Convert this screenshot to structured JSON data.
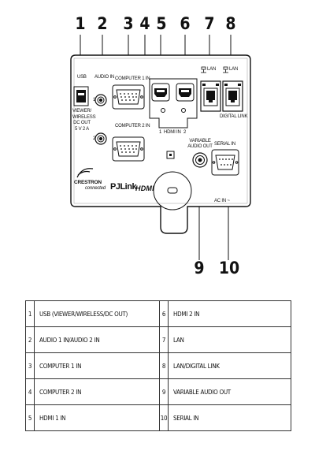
{
  "callouts": {
    "top": [
      "1",
      "2",
      "3",
      "4",
      "5",
      "6",
      "7",
      "8"
    ],
    "bottom": [
      "9",
      "10"
    ]
  },
  "panel_labels": {
    "usb": "USB",
    "audio_in": "AUDIO IN",
    "audio_1": "1",
    "audio_2": "2",
    "viewer_wireless_dc": [
      "VIEWER/",
      "WIRELESS",
      "DC OUT",
      "5 V 2 A"
    ],
    "computer1": "COMPUTER 1 IN",
    "computer2": "COMPUTER 2 IN",
    "hdmi_in": "HDMI IN",
    "hdmi_1": "1",
    "hdmi_2": "2",
    "lan": "LAN",
    "lan2": "LAN",
    "digital_link": "DIGITAL LINK",
    "variable_audio_out": [
      "VARIABLE",
      "AUDIO OUT"
    ],
    "serial_in": "SERIAL IN",
    "ac_in": "AC IN ~",
    "crestron": "CRESTRON",
    "connected": "connected",
    "pjlink": "PJLink",
    "hdmi_logo": "HDMI"
  },
  "legend": [
    {
      "left_num": "1",
      "left_text": "USB (VIEWER/WIRELESS/DC OUT)",
      "right_num": "6",
      "right_text": "HDMI 2 IN"
    },
    {
      "left_num": "2",
      "left_text": "AUDIO 1 IN/AUDIO 2 IN",
      "right_num": "7",
      "right_text": "LAN"
    },
    {
      "left_num": "3",
      "left_text": "COMPUTER 1 IN",
      "right_num": "8",
      "right_text": "LAN/DIGITAL LINK"
    },
    {
      "left_num": "4",
      "left_text": "COMPUTER 2 IN",
      "right_num": "9",
      "right_text": "VARIABLE AUDIO OUT"
    },
    {
      "left_num": "5",
      "left_text": "HDMI 1 IN",
      "right_num": "10",
      "right_text": "SERIAL IN"
    }
  ]
}
